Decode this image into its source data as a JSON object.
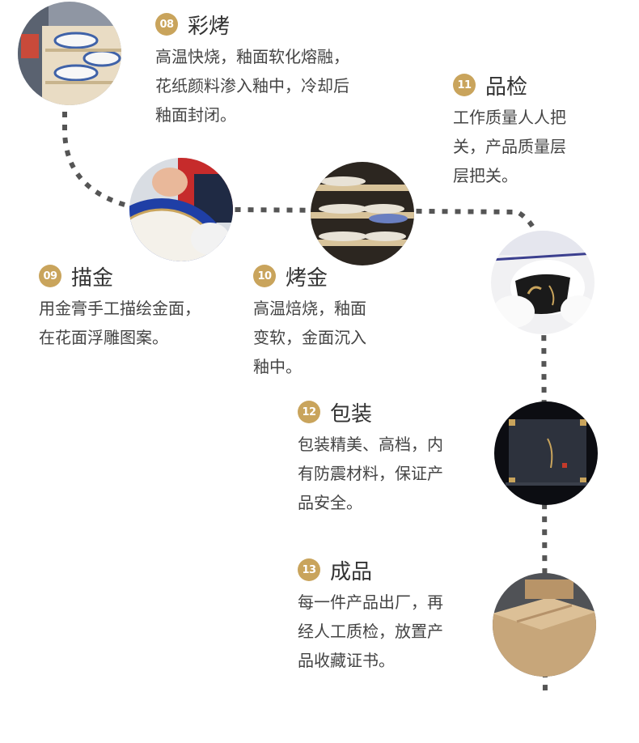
{
  "theme": {
    "badge_color": "#c9a45c",
    "connector_color": "#555555",
    "text_color": "#444444"
  },
  "steps": [
    {
      "number": "08",
      "title": "彩烤",
      "lines": [
        "高温快烧，釉面软化熔融，",
        "花纸颜料渗入釉中，冷却后",
        "釉面封闭。"
      ],
      "photo_icon": "kiln-rack-plates-photo"
    },
    {
      "number": "09",
      "title": "描金",
      "lines": [
        "用金膏手工描绘金面，",
        "在花面浮雕图案。"
      ],
      "photo_icon": "gold-painting-plate-photo"
    },
    {
      "number": "10",
      "title": "烤金",
      "lines": [
        "高温焙烧，釉面",
        "变软，金面沉入",
        "釉中。"
      ],
      "photo_icon": "gold-baking-shelves-photo"
    },
    {
      "number": "11",
      "title": "品检",
      "lines": [
        "工作质量人人把",
        "关，产品质量层",
        "层把关。"
      ],
      "photo_icon": "inspection-cup-gloves-photo"
    },
    {
      "number": "12",
      "title": "包装",
      "lines": [
        "包装精美、高档，内",
        "有防震材料，保证产",
        "品安全。"
      ],
      "photo_icon": "gift-box-photo"
    },
    {
      "number": "13",
      "title": "成品",
      "lines": [
        "每一件产品出厂，再",
        "经人工质检，放置产",
        "品收藏证书。"
      ],
      "photo_icon": "cardboard-boxes-photo"
    }
  ]
}
